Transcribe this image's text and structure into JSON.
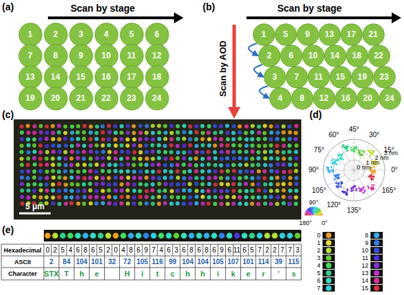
{
  "diagram": {
    "nodes": [
      {
        "text": [
          "1"
        ]
      },
      {
        "text": [
          "2"
        ]
      },
      {
        "text": [
          "3"
        ]
      },
      {
        "text": [
          "4"
        ]
      },
      {
        "text": [
          "5"
        ]
      },
      {
        "text": [
          "6"
        ]
      },
      {
        "text": [
          "7"
        ]
      },
      {
        "text": [
          "8"
        ]
      },
      {
        "text": [
          "9"
        ]
      },
      {
        "text": [
          "10"
        ]
      },
      {
        "text": [
          "11"
        ]
      },
      {
        "text": [
          "12"
        ]
      },
      {
        "text": [
          "13"
        ]
      },
      {
        "text": [
          "14"
        ]
      },
      {
        "text": [
          "15"
        ]
      },
      {
        "text": [
          "16"
        ]
      },
      {
        "text": [
          "17"
        ]
      },
      {
        "text": [
          "18"
        ]
      },
      {
        "text": [
          "19"
        ]
      },
      {
        "text": [
          "20"
        ]
      },
      {
        "text": [
          "21"
        ]
      },
      {
        "text": [
          "22"
        ]
      },
      {
        "text": [
          "23"
        ]
      },
      {
        "text": [
          "24"
        ]
      },
      {
        "text": [
          "1"
        ]
      },
      {
        "text": [
          "5"
        ]
      },
      {
        "text": [
          "9"
        ]
      },
      {
        "text": [
          "13"
        ]
      },
      {
        "text": [
          "17"
        ]
      },
      {
        "text": [
          "21"
        ]
      },
      {
        "text": [
          "2"
        ]
      },
      {
        "text": [
          "6"
        ]
      },
      {
        "text": [
          "10"
        ]
      },
      {
        "text": [
          "14"
        ]
      },
      {
        "text": [
          "18"
        ]
      },
      {
        "text": [
          "22"
        ]
      },
      {
        "text": [
          "3"
        ]
      },
      {
        "text": [
          "7"
        ]
      },
      {
        "text": [
          "11"
        ]
      },
      {
        "text": [
          "15"
        ]
      },
      {
        "text": [
          "19"
        ]
      },
      {
        "text": [
          "23"
        ]
      },
      {
        "text": [
          "4"
        ]
      },
      {
        "text": [
          "8"
        ]
      },
      {
        "text": [
          "12"
        ]
      },
      {
        "text": [
          "16"
        ]
      },
      {
        "text": [
          "20"
        ]
      },
      {
        "text": [
          "24"
        ]
      }
    ],
    "edges": [
      {
        "from": 24,
        "to": 30,
        "arrow": "to"
      },
      {
        "from": 30,
        "to": 36,
        "arrow": "to"
      },
      {
        "from": 36,
        "to": 42,
        "arrow": "to"
      }
    ],
    "labels": [
      "(a)",
      "Scan by stage",
      "(b)",
      "Scan by stage",
      "Scan by AOD",
      "(c)",
      "5 μm",
      "90°",
      "180°",
      "0°",
      "(d)",
      "45°",
      "60°",
      "30°",
      "75°",
      "15°",
      "90°",
      "0°",
      "105°",
      "165°",
      "120°",
      "135°",
      "3 nm",
      "2 nm",
      "1 nm",
      "0 nm",
      "(e)",
      "Hexadecimal",
      "0",
      "2",
      "5",
      "4",
      "6",
      "8",
      "6",
      "5",
      "2",
      "0",
      "4",
      "8",
      "6",
      "9",
      "7",
      "4",
      "6",
      "3",
      "6",
      "8",
      "6",
      "8",
      "6",
      "9",
      "6",
      "11",
      "6",
      "5",
      "7",
      "2",
      "2",
      "7",
      "7",
      "3",
      "ASCII",
      "2",
      "84",
      "104",
      "101",
      "32",
      "72",
      "105",
      "116",
      "99",
      "104",
      "104",
      "105",
      "107",
      "101",
      "114",
      "39",
      "115",
      "Character",
      "STX",
      "T",
      "h",
      "e",
      "H",
      "i",
      "t",
      "c",
      "h",
      "h",
      "i",
      "k",
      "e",
      "r",
      "'",
      "s"
    ],
    "legend": [
      {
        "text": "0",
        "color": "#f0a020"
      },
      {
        "text": "1",
        "color": "#e8e030"
      },
      {
        "text": "2",
        "color": "#b8e030"
      },
      {
        "text": "3",
        "color": "#60d030"
      },
      {
        "text": "4",
        "color": "#40e060"
      },
      {
        "text": "5",
        "color": "#30d090"
      },
      {
        "text": "6",
        "color": "#30e0c0"
      },
      {
        "text": "7",
        "color": "#30d0e0"
      },
      {
        "text": "8",
        "color": "#30b0f0"
      },
      {
        "text": "9",
        "color": "#3080f0"
      },
      {
        "text": "10",
        "color": "#3050e0"
      },
      {
        "text": "11",
        "color": "#5030e0"
      },
      {
        "text": "12",
        "color": "#8030e0"
      },
      {
        "text": "13",
        "color": "#c030d0"
      },
      {
        "text": "14",
        "color": "#e030a0"
      },
      {
        "text": "15",
        "color": "#e03040"
      }
    ]
  }
}
